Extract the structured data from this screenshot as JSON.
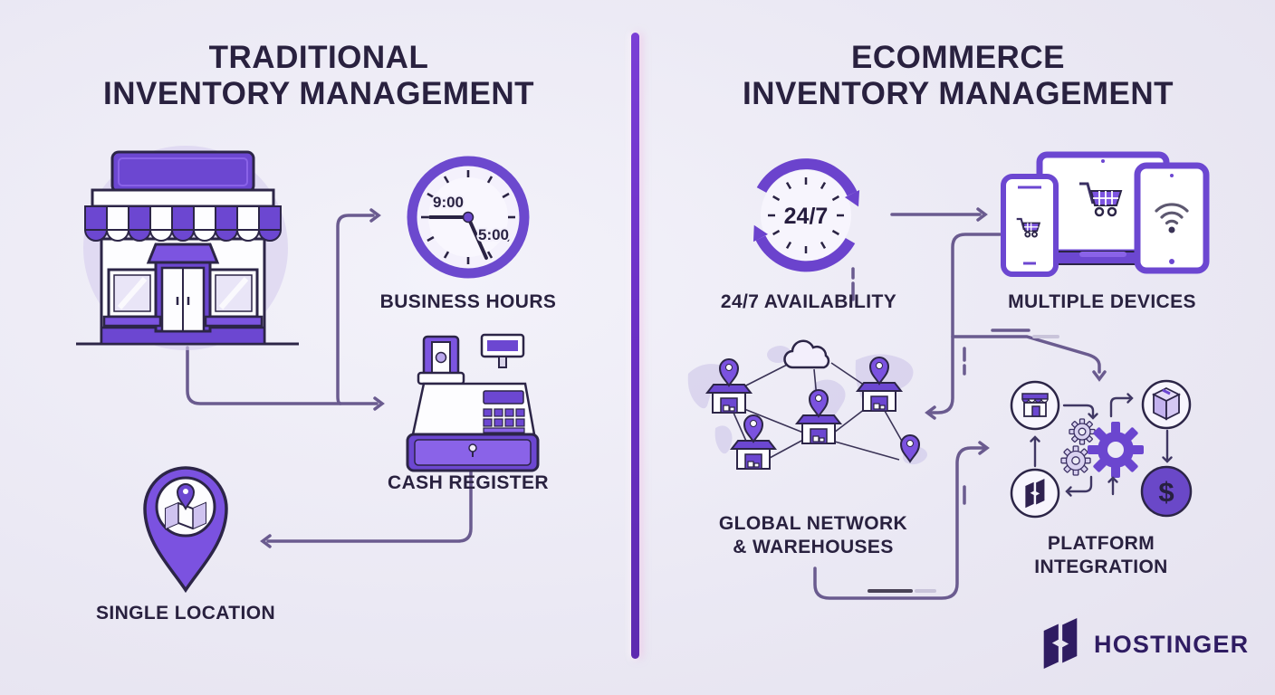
{
  "left_panel": {
    "title_line1": "TRADITIONAL",
    "title_line2": "INVENTORY MANAGEMENT",
    "clock_morning_time": "9:00",
    "clock_evening_time": "5:00",
    "business_hours_label": "BUSINESS HOURS",
    "cash_register_label": "CASH REGISTER",
    "single_location_label": "SINGLE LOCATION"
  },
  "right_panel": {
    "title_line1": "ECOMMERCE",
    "title_line2": "INVENTORY MANAGEMENT",
    "availability_badge": "24/7",
    "availability_label": "24/7 AVAILABILITY",
    "devices_label": "MULTIPLE DEVICES",
    "network_label_line1": "GLOBAL NETWORK",
    "network_label_line2": "& WAREHOUSES",
    "platform_label_line1": "PLATFORM",
    "platform_label_line2": "INTEGRATION",
    "dollar_symbol": "$"
  },
  "footer": {
    "brand_name": "HOSTINGER"
  },
  "icons": [
    "storefront",
    "clock",
    "cash-register",
    "location-pin",
    "24-7-cycle",
    "laptop",
    "smartphone",
    "tablet",
    "shopping-cart",
    "wifi",
    "cloud",
    "warehouse",
    "world-map",
    "gears",
    "package-box",
    "hostinger-h",
    "dollar-coin"
  ],
  "colors": {
    "background": "#ebe9f4",
    "divider": "#6a2fc4",
    "accent_purple": "#6c47d1",
    "accent_purple_light": "#8a63e8",
    "dark_outline": "#2c2547",
    "text_dark": "#29213f",
    "connector": "#6a5b8f",
    "brand_dark": "#2f1c62",
    "map_tint": "#cbc3e8"
  }
}
